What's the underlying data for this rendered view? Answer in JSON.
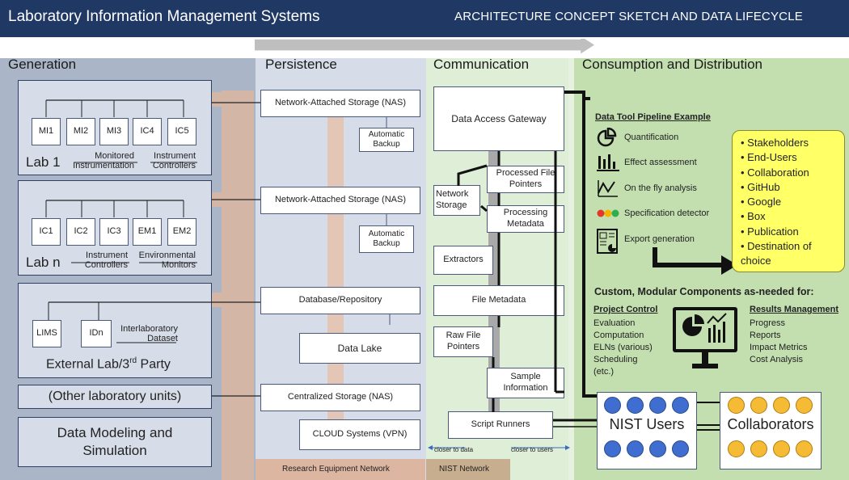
{
  "header": {
    "left_title": "Laboratory Information Management Systems",
    "right_title": "ARCHITECTURE CONCEPT SKETCH AND DATA LIFECYCLE"
  },
  "columns": {
    "generation": "Generation",
    "persistence": "Persistence",
    "communication": "Communication",
    "consumption": "Consumption and Distribution"
  },
  "generation": {
    "lab1": {
      "title": "Lab 1",
      "instruments": [
        "MI1",
        "MI2",
        "MI3",
        "IC4",
        "IC5"
      ],
      "label_monitored": "Monitored\nInstrumentation",
      "label_controllers": "Instrument\nControllers"
    },
    "labn": {
      "title": "Lab n",
      "instruments": [
        "IC1",
        "IC2",
        "IC3",
        "EM1",
        "EM2"
      ],
      "label_controllers": "Instrument\nControllers",
      "label_environmental": "Environmental\nMonitors"
    },
    "external": {
      "title": "External Lab/3",
      "title_sup": "rd",
      "title_end": " Party",
      "lims": "LIMS",
      "idn": "IDn",
      "interlab": "Interlaboratory\nDataset"
    },
    "other_units": "(Other laboratory units)",
    "modeling": "Data Modeling and\nSimulation"
  },
  "persistence": {
    "nas1": "Network-Attached Storage (NAS)",
    "backup1": "Automatic\nBackup",
    "nas2": "Network-Attached Storage (NAS)",
    "backup2": "Automatic\nBackup",
    "database": "Database/Repository",
    "datalake": "Data Lake",
    "centralized": "Centralized Storage (NAS)",
    "cloud": "CLOUD Systems (VPN)",
    "network_label": "Research Equipment Network"
  },
  "communication": {
    "gateway": "Data Access Gateway",
    "processed_pointers": "Processed File\nPointers",
    "network_storage": "Network\nStorage",
    "processing_metadata": "Processing\nMetadata",
    "extractors": "Extractors",
    "file_metadata": "File Metadata",
    "raw_pointers": "Raw File\nPointers",
    "sample_info": "Sample\nInformation",
    "script_runners": "Script Runners",
    "closer_data": "closer to data",
    "closer_users": "closer to users",
    "network_label": "NIST Network"
  },
  "consumption": {
    "pipeline_title": "Data Tool Pipeline Example",
    "pipeline": [
      {
        "icon": "pie-chart-icon",
        "label": "Quantification"
      },
      {
        "icon": "bar-chart-icon",
        "label": "Effect assessment"
      },
      {
        "icon": "trend-line-icon",
        "label": "On the fly analysis"
      },
      {
        "icon": "traffic-light-icon",
        "label": "Specification detector"
      },
      {
        "icon": "report-icon",
        "label": "Export generation"
      }
    ],
    "destinations": [
      "Stakeholders",
      "End-Users",
      "Collaboration",
      "GitHub",
      "Google",
      "Box",
      "Publication",
      "Destination of\nchoice"
    ],
    "modular_title": "Custom, Modular Components as-needed for:",
    "project_control_title": "Project Control",
    "project_control": [
      "Evaluation",
      "Computation",
      "ELNs (various)",
      "Scheduling",
      "(etc.)"
    ],
    "results_title": "Results Management",
    "results": [
      "Progress",
      "Reports",
      "Impact Metrics",
      "Cost Analysis"
    ],
    "nist_users": "NIST Users",
    "collaborators": "Collaborators"
  },
  "colors": {
    "header": "#1f3864",
    "generation": "#aab6c8",
    "persistence": "#d6dce8",
    "communication": "#dfeed7",
    "consumption": "#c3dfb0",
    "destinations": "#ffff66",
    "users": "#3f6ed0",
    "collaborators": "#f6bb35"
  }
}
